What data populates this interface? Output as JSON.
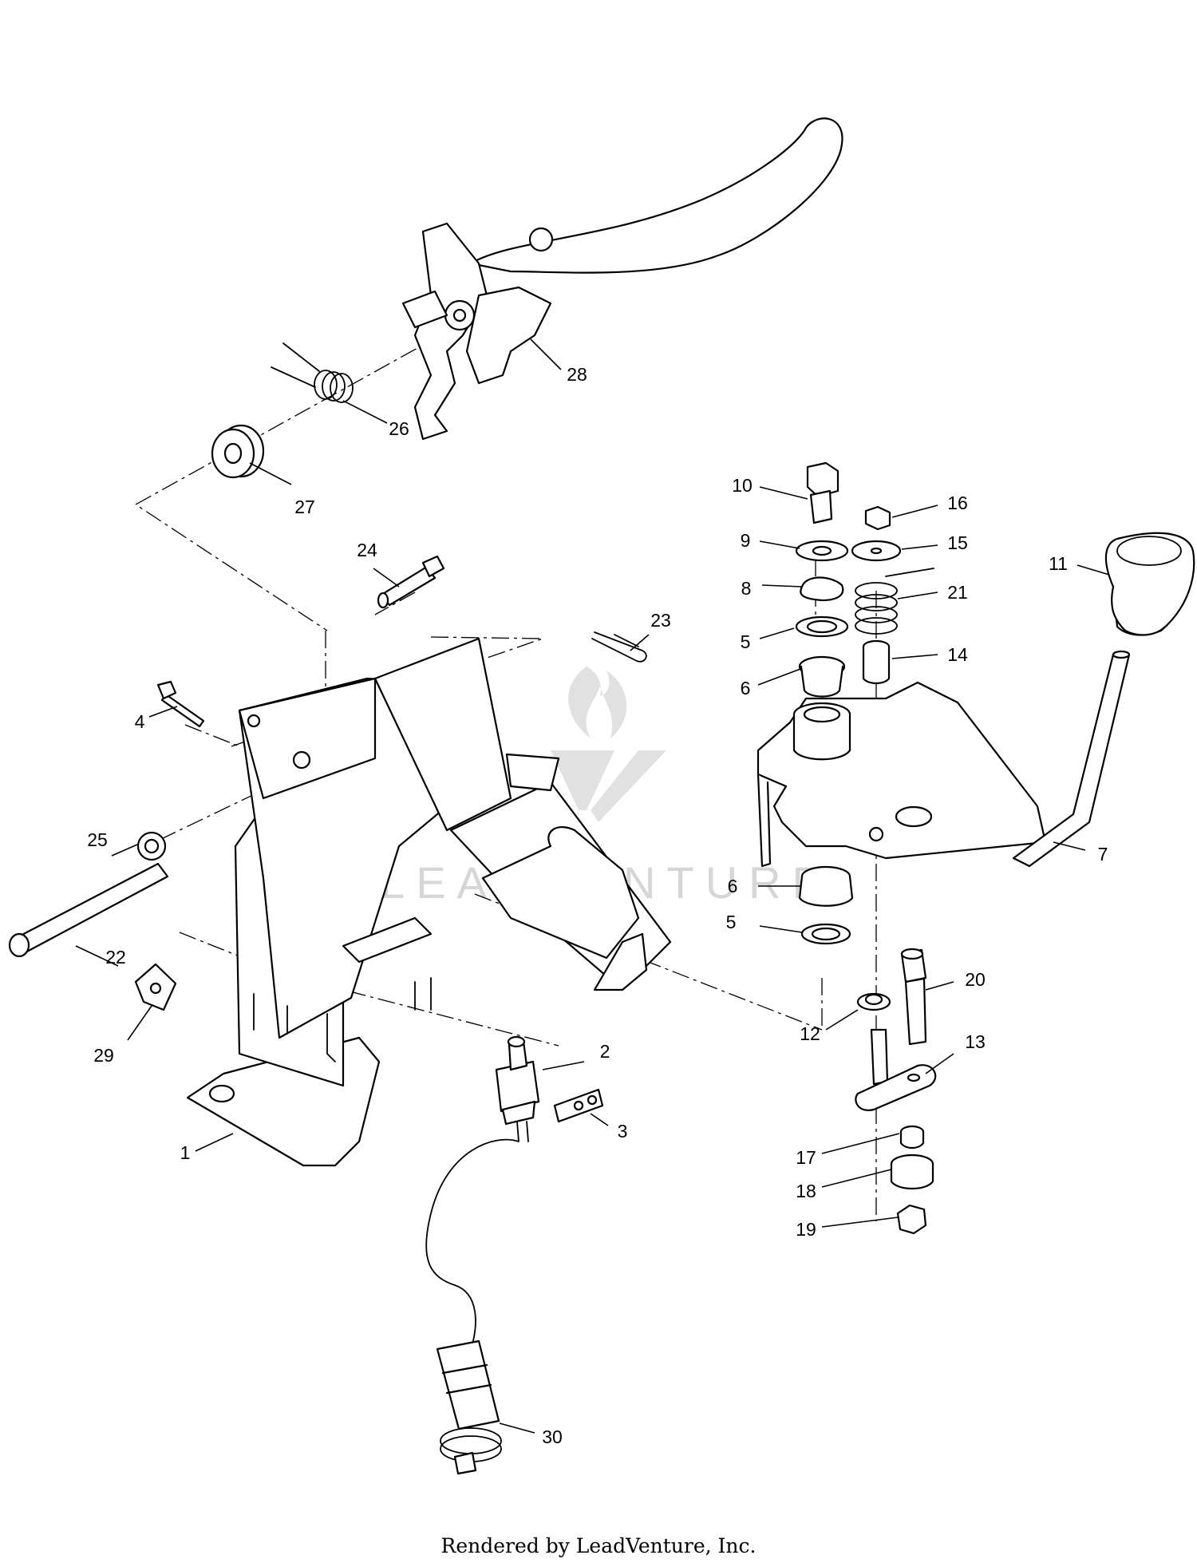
{
  "callouts": [
    {
      "id": "c1",
      "label": "1"
    },
    {
      "id": "c2",
      "label": "2"
    },
    {
      "id": "c3",
      "label": "3"
    },
    {
      "id": "c4",
      "label": "4"
    },
    {
      "id": "c5a",
      "label": "5"
    },
    {
      "id": "c5b",
      "label": "5"
    },
    {
      "id": "c6a",
      "label": "6"
    },
    {
      "id": "c6b",
      "label": "6"
    },
    {
      "id": "c7",
      "label": "7"
    },
    {
      "id": "c8",
      "label": "8"
    },
    {
      "id": "c9",
      "label": "9"
    },
    {
      "id": "c10",
      "label": "10"
    },
    {
      "id": "c11",
      "label": "11"
    },
    {
      "id": "c12",
      "label": "12"
    },
    {
      "id": "c13",
      "label": "13"
    },
    {
      "id": "c14",
      "label": "14"
    },
    {
      "id": "c15",
      "label": "15"
    },
    {
      "id": "c16",
      "label": "16"
    },
    {
      "id": "c17",
      "label": "17"
    },
    {
      "id": "c18",
      "label": "18"
    },
    {
      "id": "c19",
      "label": "19"
    },
    {
      "id": "c20",
      "label": "20"
    },
    {
      "id": "c21",
      "label": "21"
    },
    {
      "id": "c22",
      "label": "22"
    },
    {
      "id": "c23",
      "label": "23"
    },
    {
      "id": "c24",
      "label": "24"
    },
    {
      "id": "c25",
      "label": "25"
    },
    {
      "id": "c26",
      "label": "26"
    },
    {
      "id": "c27",
      "label": "27"
    },
    {
      "id": "c28",
      "label": "28"
    },
    {
      "id": "c29",
      "label": "29"
    },
    {
      "id": "c30",
      "label": "30"
    }
  ],
  "watermark": {
    "text": "LEADVENTURE"
  },
  "footer": {
    "text": "Rendered by LeadVenture, Inc."
  }
}
